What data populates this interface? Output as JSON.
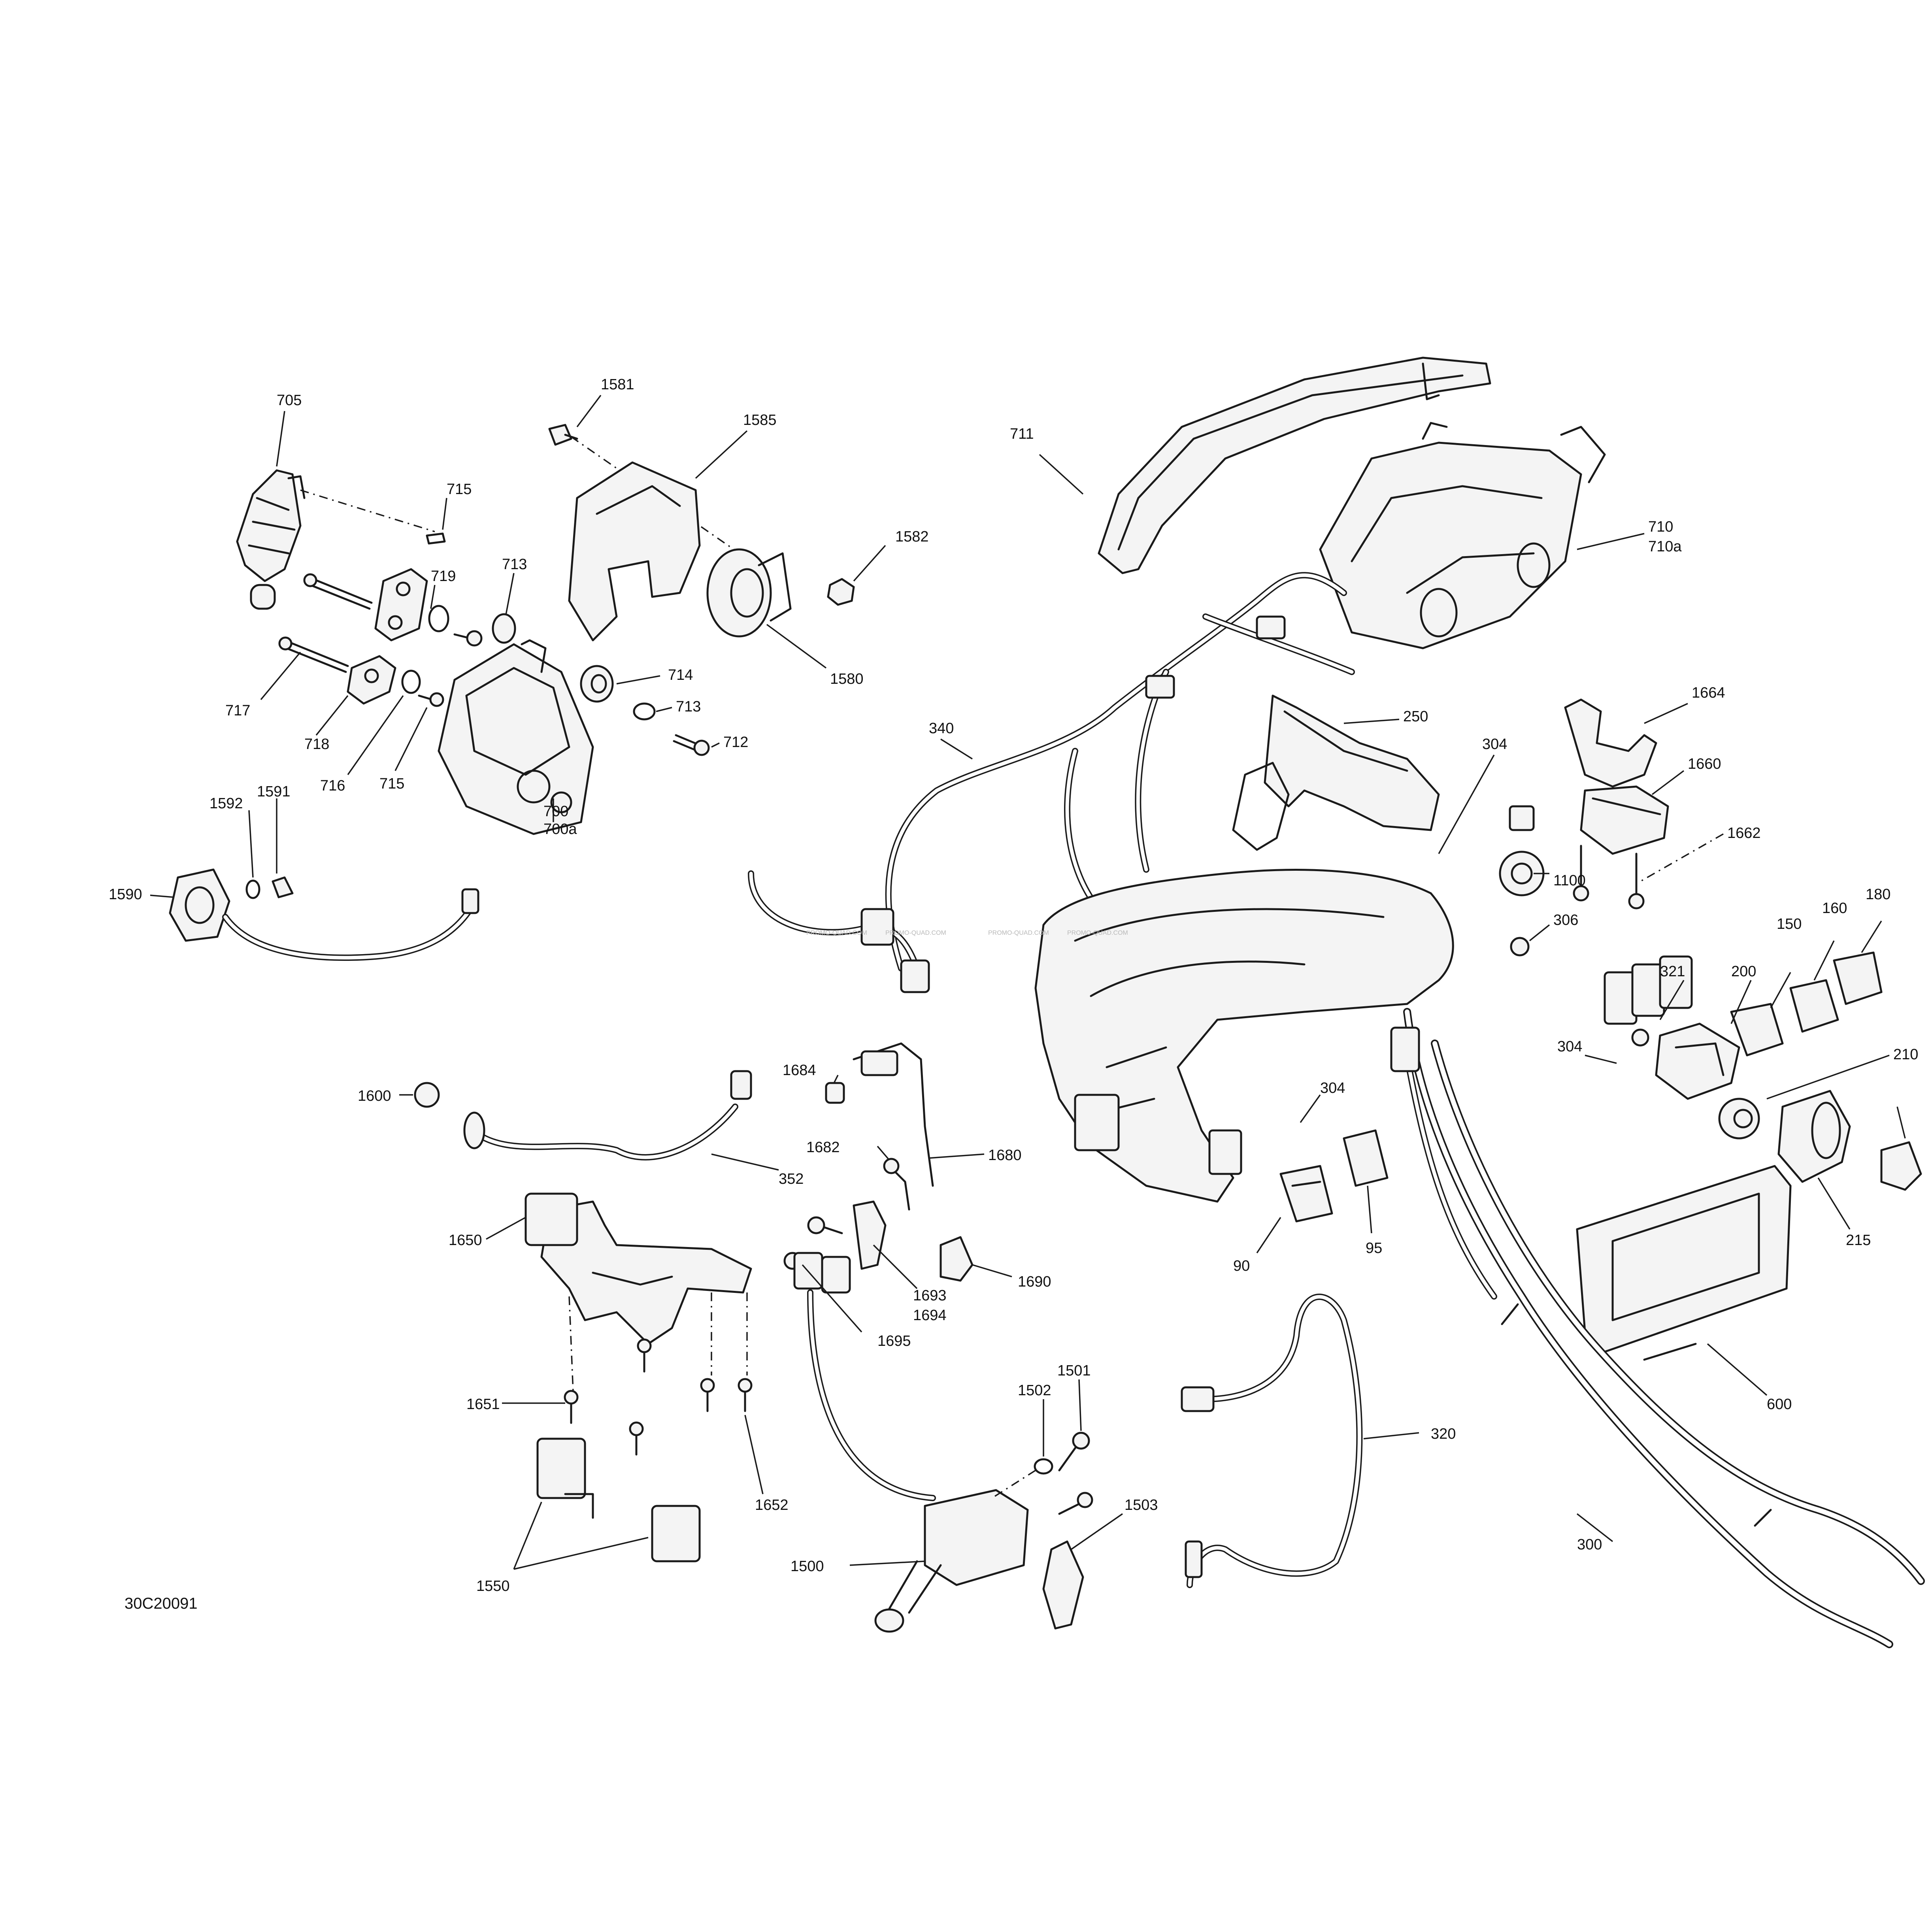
{
  "diagram": {
    "reference_code": "30C20091",
    "watermark": "PROMO-QUAD.COM",
    "callouts": {
      "c705": "705",
      "c715a": "715",
      "c719": "719",
      "c713a": "713",
      "c717": "717",
      "c718": "718",
      "c716": "716",
      "c715b": "715",
      "c714": "714",
      "c713b": "713",
      "c712": "712",
      "c700": "700",
      "c700a": "700a",
      "c1581": "1581",
      "c1585": "1585",
      "c1582": "1582",
      "c1580": "1580",
      "c711": "711",
      "c710": "710",
      "c710a": "710a",
      "c340": "340",
      "c250": "250",
      "c304a": "304",
      "c1664": "1664",
      "c1660": "1660",
      "c1662": "1662",
      "c1100": "1100",
      "c306": "306",
      "c321": "321",
      "c200": "200",
      "c150": "150",
      "c160": "160",
      "c180": "180",
      "c304b": "304",
      "c304c": "304",
      "c210": "210",
      "c215": "215",
      "c600": "600",
      "c1592": "1592",
      "c1591": "1591",
      "c1590": "1590",
      "c1600": "1600",
      "c352": "352",
      "c1684": "1684",
      "c1682": "1682",
      "c1680": "1680",
      "c1650": "1650",
      "c1690": "1690",
      "c1693": "1693",
      "c1694": "1694",
      "c1695": "1695",
      "c90": "90",
      "c95": "95",
      "c1651": "1651",
      "c1652": "1652",
      "c1550": "1550",
      "c1501": "1501",
      "c1502": "1502",
      "c1503": "1503",
      "c1500": "1500",
      "c320": "320",
      "c300": "300"
    }
  }
}
